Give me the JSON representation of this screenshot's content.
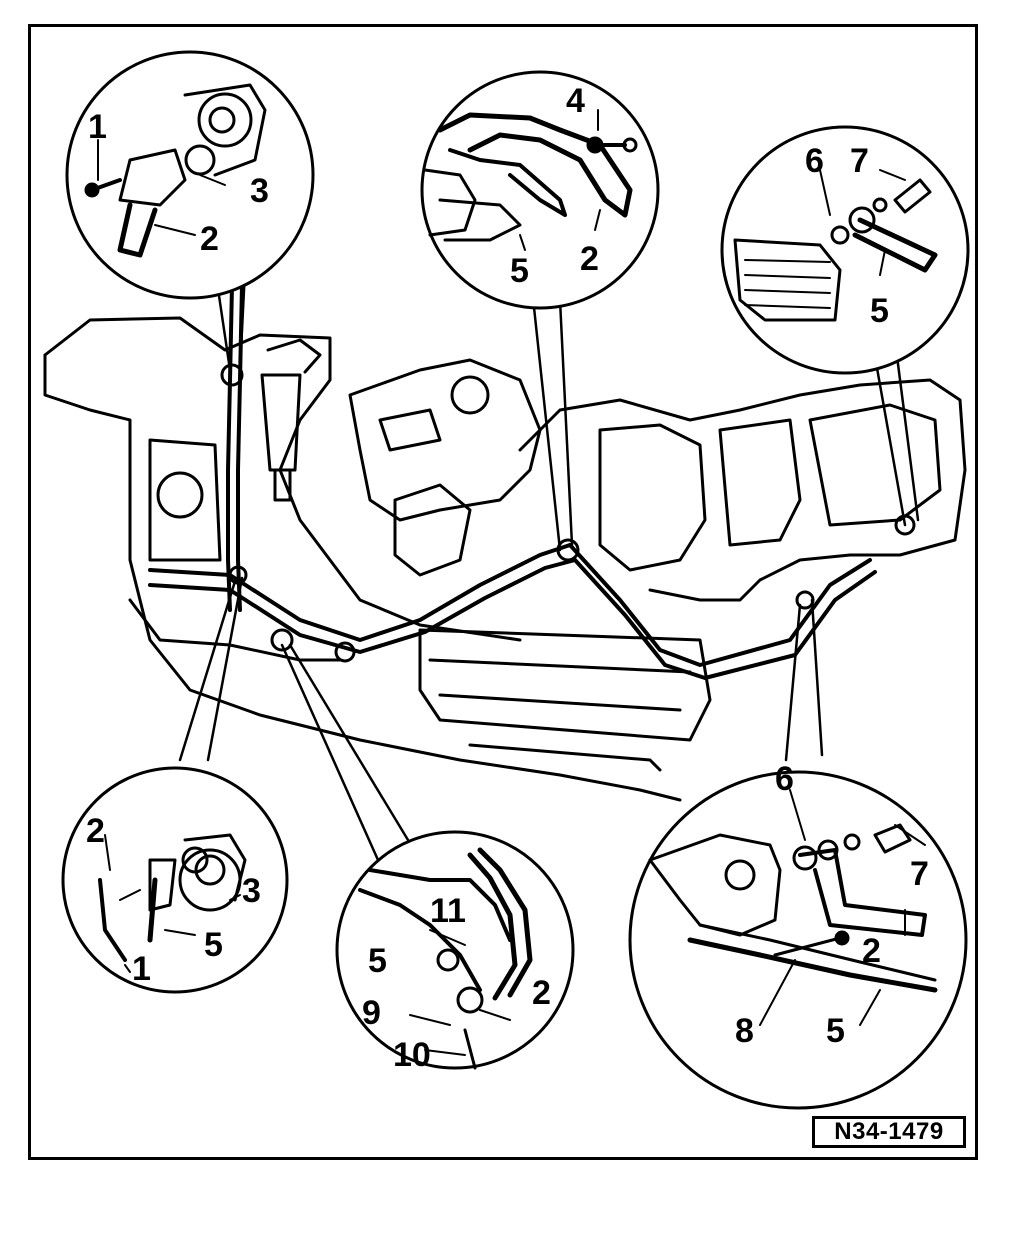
{
  "reference_code": "N34-1479",
  "callouts": {
    "top_left": [
      "1",
      "3",
      "2"
    ],
    "top_center": [
      "4",
      "5",
      "2"
    ],
    "top_right": [
      "6",
      "7",
      "5"
    ],
    "bottom_left": [
      "2",
      "3",
      "5",
      "1"
    ],
    "bottom_center": [
      "11",
      "5",
      "2",
      "9",
      "10"
    ],
    "bottom_right": [
      "6",
      "7",
      "2",
      "8",
      "5"
    ]
  },
  "colors": {
    "line": "#000000",
    "background": "#ffffff"
  }
}
